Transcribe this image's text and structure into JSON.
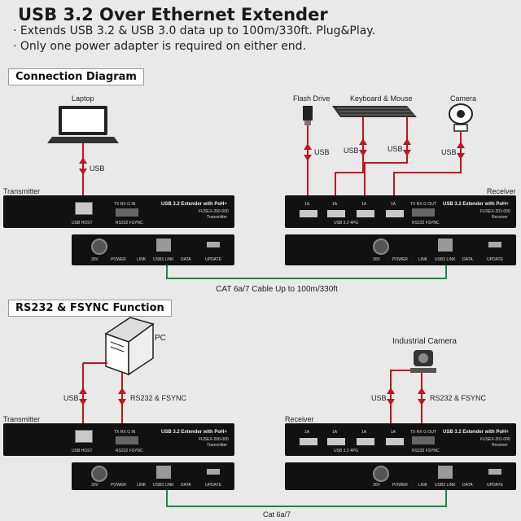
{
  "header": {
    "title": "USB 3.2 Over Ethernet Extender",
    "bullets": [
      "· Extends USB 3.2 & USB 3.0 data up to 100m/330ft. Plug&Play.",
      "· Only one power adapter is required on either end."
    ]
  },
  "section1": {
    "title": "Connection Diagram",
    "laptop": "Laptop",
    "flash_drive": "Flash Drive",
    "keyboard_mouse": "Keyboard & Mouse",
    "camera": "Camera",
    "usb": "USB",
    "transmitter_label": "Transmitter",
    "receiver_label": "Receiver",
    "cable_label": "CAT 6a/7 Cable Up to 100m/330ft"
  },
  "section2": {
    "title": "RS232 & FSYNC Function",
    "pc": "PC",
    "industrial_camera": "Industrial Camera",
    "usb": "USB",
    "rs232": "RS232 & FSYNC",
    "transmitter_label": "Transmitter",
    "receiver_label": "Receiver",
    "cable_label": "Cat 6a/7"
  },
  "device": {
    "name": "USB 3.2 Extender with PoH+",
    "tx_model": "FUSEX-200-000",
    "tx_sub": "Transmitter",
    "rx_model": "FUSEX-201-000",
    "rx_sub": "Receiver",
    "usb_host": "USB HOST",
    "rs232_fsync": "RS232 FSYNC",
    "usb32": "USB 3.2 4PG",
    "txrx_in": "TX RX G IN",
    "txrx_out": "TX RX G OUT",
    "port": "1A",
    "power_rating": "30V",
    "power": "POWER",
    "link": "LINK",
    "usb_link": "USB3 LINK",
    "data": "DATA",
    "update": "UPDATE"
  },
  "colors": {
    "usb_line": "#c0161e",
    "cat_line": "#1f8a3a",
    "device_body": "#111111"
  }
}
